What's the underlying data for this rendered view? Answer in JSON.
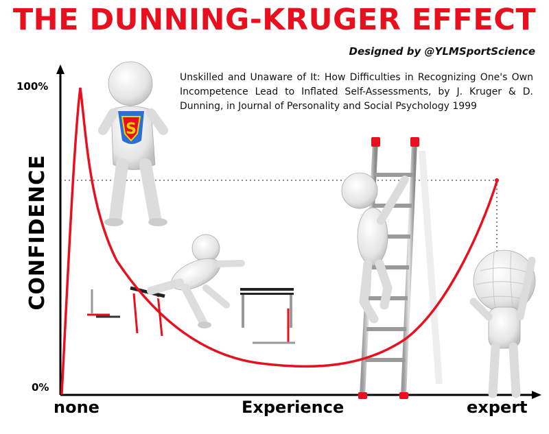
{
  "header": {
    "title": "THE DUNNING-KRUGER EFFECT",
    "byline": "Designed by @YLMSportScience"
  },
  "citation": "Unskilled and Unaware of It: How Difficulties in Recognizing One's Own Incompetence Lead to Inflated Self-Assessments, by J. Kruger & D. Dunning, in Journal of Personality and Social Psychology 1999",
  "axes": {
    "y_label": "CONFIDENCE",
    "y_top": "100%",
    "y_bottom": "0%",
    "x_left": "none",
    "x_center": "Experience",
    "x_right": "expert"
  },
  "colors": {
    "curve": "#e8101e",
    "axis": "#000000",
    "title": "#e8101e"
  },
  "illustrations": [
    "superhero-figure",
    "hurdle-stumbling-figure",
    "ladder-climbing-figure",
    "puzzle-head-thinking-figure"
  ]
}
